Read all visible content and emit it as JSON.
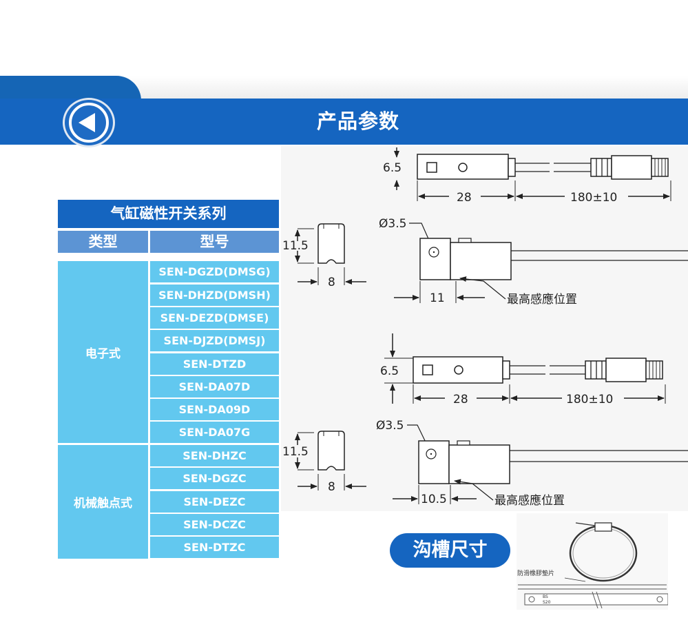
{
  "header": {
    "title": "产品参数"
  },
  "table": {
    "title": "气缸磁性开关系列",
    "col_type": "类型",
    "col_model": "型号",
    "groups": [
      {
        "type": "电子式",
        "models": [
          "SEN-DGZD(DMSG)",
          "SEN-DHZD(DMSH)",
          "SEN-DEZD(DMSE)",
          "SEN-DJZD(DMSJ)",
          "SEN-DTZD",
          "SEN-DA07D",
          "SEN-DA09D",
          "SEN-DA07G"
        ]
      },
      {
        "type": "机械触点式",
        "models": [
          "SEN-DHZC",
          "SEN-DGZC",
          "SEN-DEZC",
          "SEN-DCZC",
          "SEN-DTZC"
        ]
      }
    ]
  },
  "drawing1": {
    "height": "6.5",
    "length": "28",
    "cable": "180±10",
    "hole": "Ø3.5",
    "end_height": "11.5",
    "end_width": "8",
    "sensing_offset": "11",
    "sensing_label": "最高感應位置"
  },
  "drawing2": {
    "height": "6.5",
    "length": "28",
    "cable": "180±10",
    "hole": "Ø3.5",
    "end_height": "11.5",
    "end_width": "8",
    "sensing_offset": "10.5",
    "sensing_label": "最高感應位置"
  },
  "groove": {
    "button_label": "沟槽尺寸",
    "pad_label": "防滑橡膠墊片",
    "band_mark_1": "BS",
    "band_mark_2": "S20"
  },
  "colors": {
    "header_blue": "#1565c0",
    "table_header_blue": "#5c94d4",
    "table_cell_cyan": "#62c8ef"
  }
}
